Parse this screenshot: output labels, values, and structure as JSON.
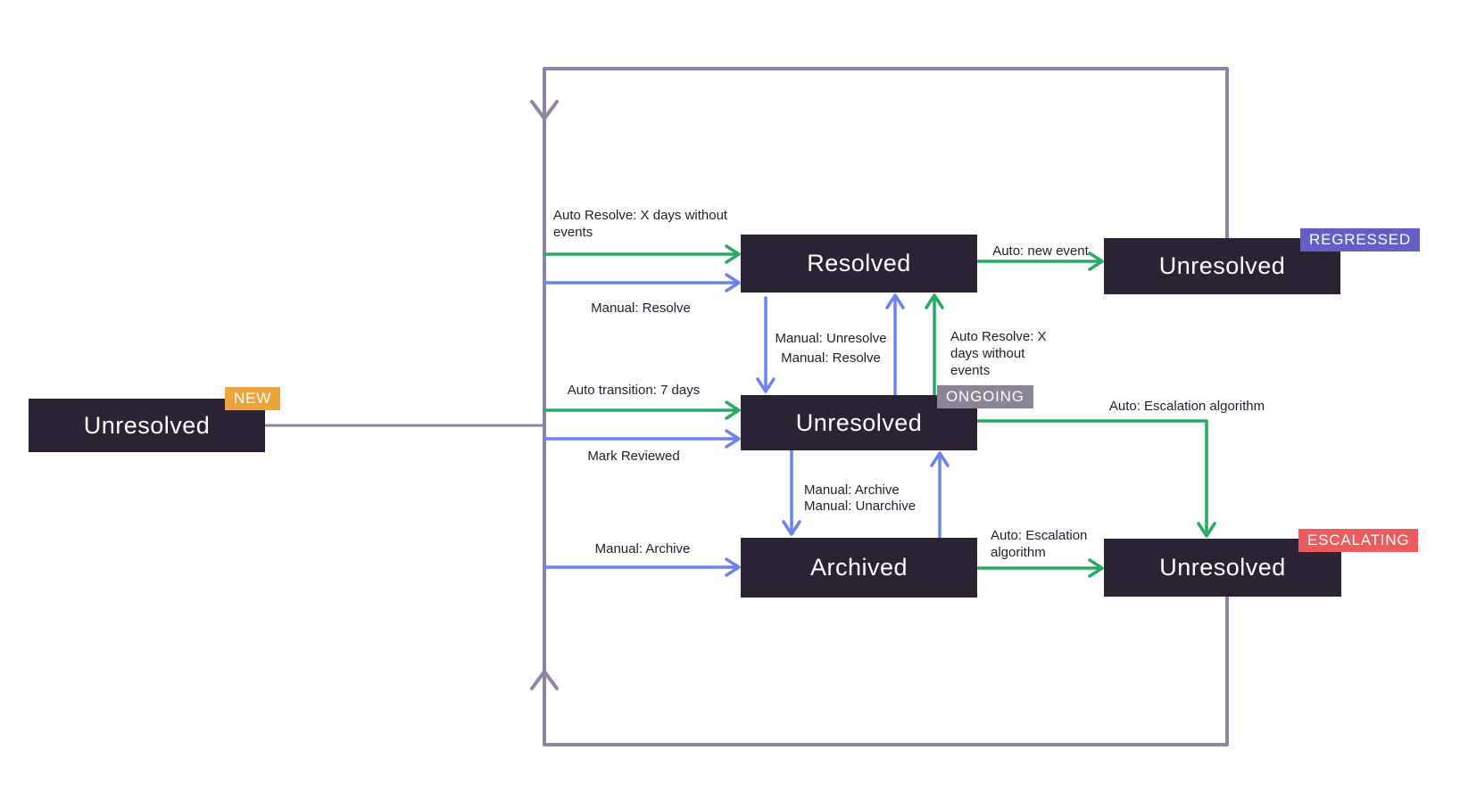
{
  "title": "Issue state transition diagram",
  "colors": {
    "background": "#ffffff",
    "node_fill": "#2b2333",
    "node_text": "#ffffff",
    "label_text": "#221d2c",
    "green": "#27ab64",
    "blue": "#6c82f0",
    "loop": "#8f84a4",
    "badge_new": "#e9a43b",
    "badge_regressed": "#655ec7",
    "badge_ongoing": "#8b8396",
    "badge_escalating": "#ec5b5e",
    "badge_text": "#ffffff"
  },
  "nodes": {
    "new": {
      "label": "Unresolved",
      "badge": "NEW"
    },
    "resolved": {
      "label": "Resolved"
    },
    "regressed": {
      "label": "Unresolved",
      "badge": "REGRESSED"
    },
    "ongoing": {
      "label": "Unresolved",
      "badge": "ONGOING"
    },
    "archived": {
      "label": "Archived"
    },
    "escalating": {
      "label": "Unresolved",
      "badge": "ESCALATING"
    }
  },
  "edge_labels": {
    "auto_resolve_to_resolved": "Auto Resolve: X days without events",
    "manual_resolve_to_resolved": "Manual: Resolve",
    "manual_unresolve": "Manual: Unresolve",
    "manual_resolve_mid": "Manual: Resolve",
    "auto_resolve_from_ongoing": "Auto Resolve: X days without events",
    "auto_new_event": "Auto: new event",
    "auto_transition": "Auto transition: 7 days",
    "mark_reviewed": "Mark Reviewed",
    "auto_escalation_from_ongoing": "Auto: Escalation algorithm",
    "manual_archive_mid": "Manual: Archive",
    "manual_unarchive": "Manual: Unarchive",
    "manual_archive_from_spine": "Manual: Archive",
    "auto_escalation_from_archived": "Auto: Escalation algorithm"
  }
}
